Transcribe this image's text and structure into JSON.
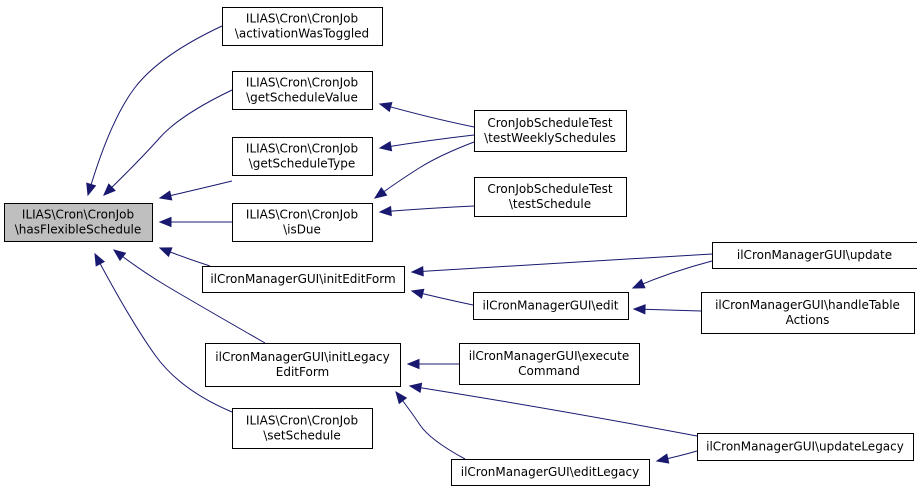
{
  "graph": {
    "edge_color": "#191970",
    "root_fill": "#bfbfbf",
    "nodes": [
      {
        "id": "root",
        "lines": [
          "ILIAS\\Cron\\CronJob",
          "\\hasFlexibleSchedule"
        ],
        "highlighted": true
      },
      {
        "id": "activation",
        "lines": [
          "ILIAS\\Cron\\CronJob",
          "\\activationWasToggled"
        ]
      },
      {
        "id": "getValue",
        "lines": [
          "ILIAS\\Cron\\CronJob",
          "\\getScheduleValue"
        ]
      },
      {
        "id": "getType",
        "lines": [
          "ILIAS\\Cron\\CronJob",
          "\\getScheduleType"
        ]
      },
      {
        "id": "isDue",
        "lines": [
          "ILIAS\\Cron\\CronJob",
          "\\isDue"
        ]
      },
      {
        "id": "initEdit",
        "lines": [
          "ilCronManagerGUI\\initEditForm"
        ]
      },
      {
        "id": "initLegacy",
        "lines": [
          "ilCronManagerGUI\\initLegacy",
          "EditForm"
        ]
      },
      {
        "id": "setSchedule",
        "lines": [
          "ILIAS\\Cron\\CronJob",
          "\\setSchedule"
        ]
      },
      {
        "id": "testWeekly",
        "lines": [
          "CronJobScheduleTest",
          "\\testWeeklySchedules"
        ]
      },
      {
        "id": "testSchedule",
        "lines": [
          "CronJobScheduleTest",
          "\\testSchedule"
        ]
      },
      {
        "id": "edit",
        "lines": [
          "ilCronManagerGUI\\edit"
        ]
      },
      {
        "id": "execute",
        "lines": [
          "ilCronManagerGUI\\execute",
          "Command"
        ]
      },
      {
        "id": "editLegacy",
        "lines": [
          "ilCronManagerGUI\\editLegacy"
        ]
      },
      {
        "id": "update",
        "lines": [
          "ilCronManagerGUI\\update"
        ]
      },
      {
        "id": "handleTable",
        "lines": [
          "ilCronManagerGUI\\handleTable",
          "Actions"
        ]
      },
      {
        "id": "updateLegacy",
        "lines": [
          "ilCronManagerGUI\\updateLegacy"
        ]
      }
    ],
    "edges": [
      {
        "from": "activation",
        "to": "root"
      },
      {
        "from": "getValue",
        "to": "root"
      },
      {
        "from": "getType",
        "to": "root"
      },
      {
        "from": "isDue",
        "to": "root"
      },
      {
        "from": "initEdit",
        "to": "root"
      },
      {
        "from": "initLegacy",
        "to": "root"
      },
      {
        "from": "setSchedule",
        "to": "root"
      },
      {
        "from": "testWeekly",
        "to": "getValue"
      },
      {
        "from": "testWeekly",
        "to": "getType"
      },
      {
        "from": "testWeekly",
        "to": "isDue"
      },
      {
        "from": "testSchedule",
        "to": "isDue"
      },
      {
        "from": "update",
        "to": "initEdit"
      },
      {
        "from": "edit",
        "to": "initEdit"
      },
      {
        "from": "update",
        "to": "edit"
      },
      {
        "from": "handleTable",
        "to": "edit"
      },
      {
        "from": "execute",
        "to": "initLegacy"
      },
      {
        "from": "updateLegacy",
        "to": "initLegacy"
      },
      {
        "from": "editLegacy",
        "to": "initLegacy"
      },
      {
        "from": "updateLegacy",
        "to": "editLegacy"
      }
    ]
  }
}
